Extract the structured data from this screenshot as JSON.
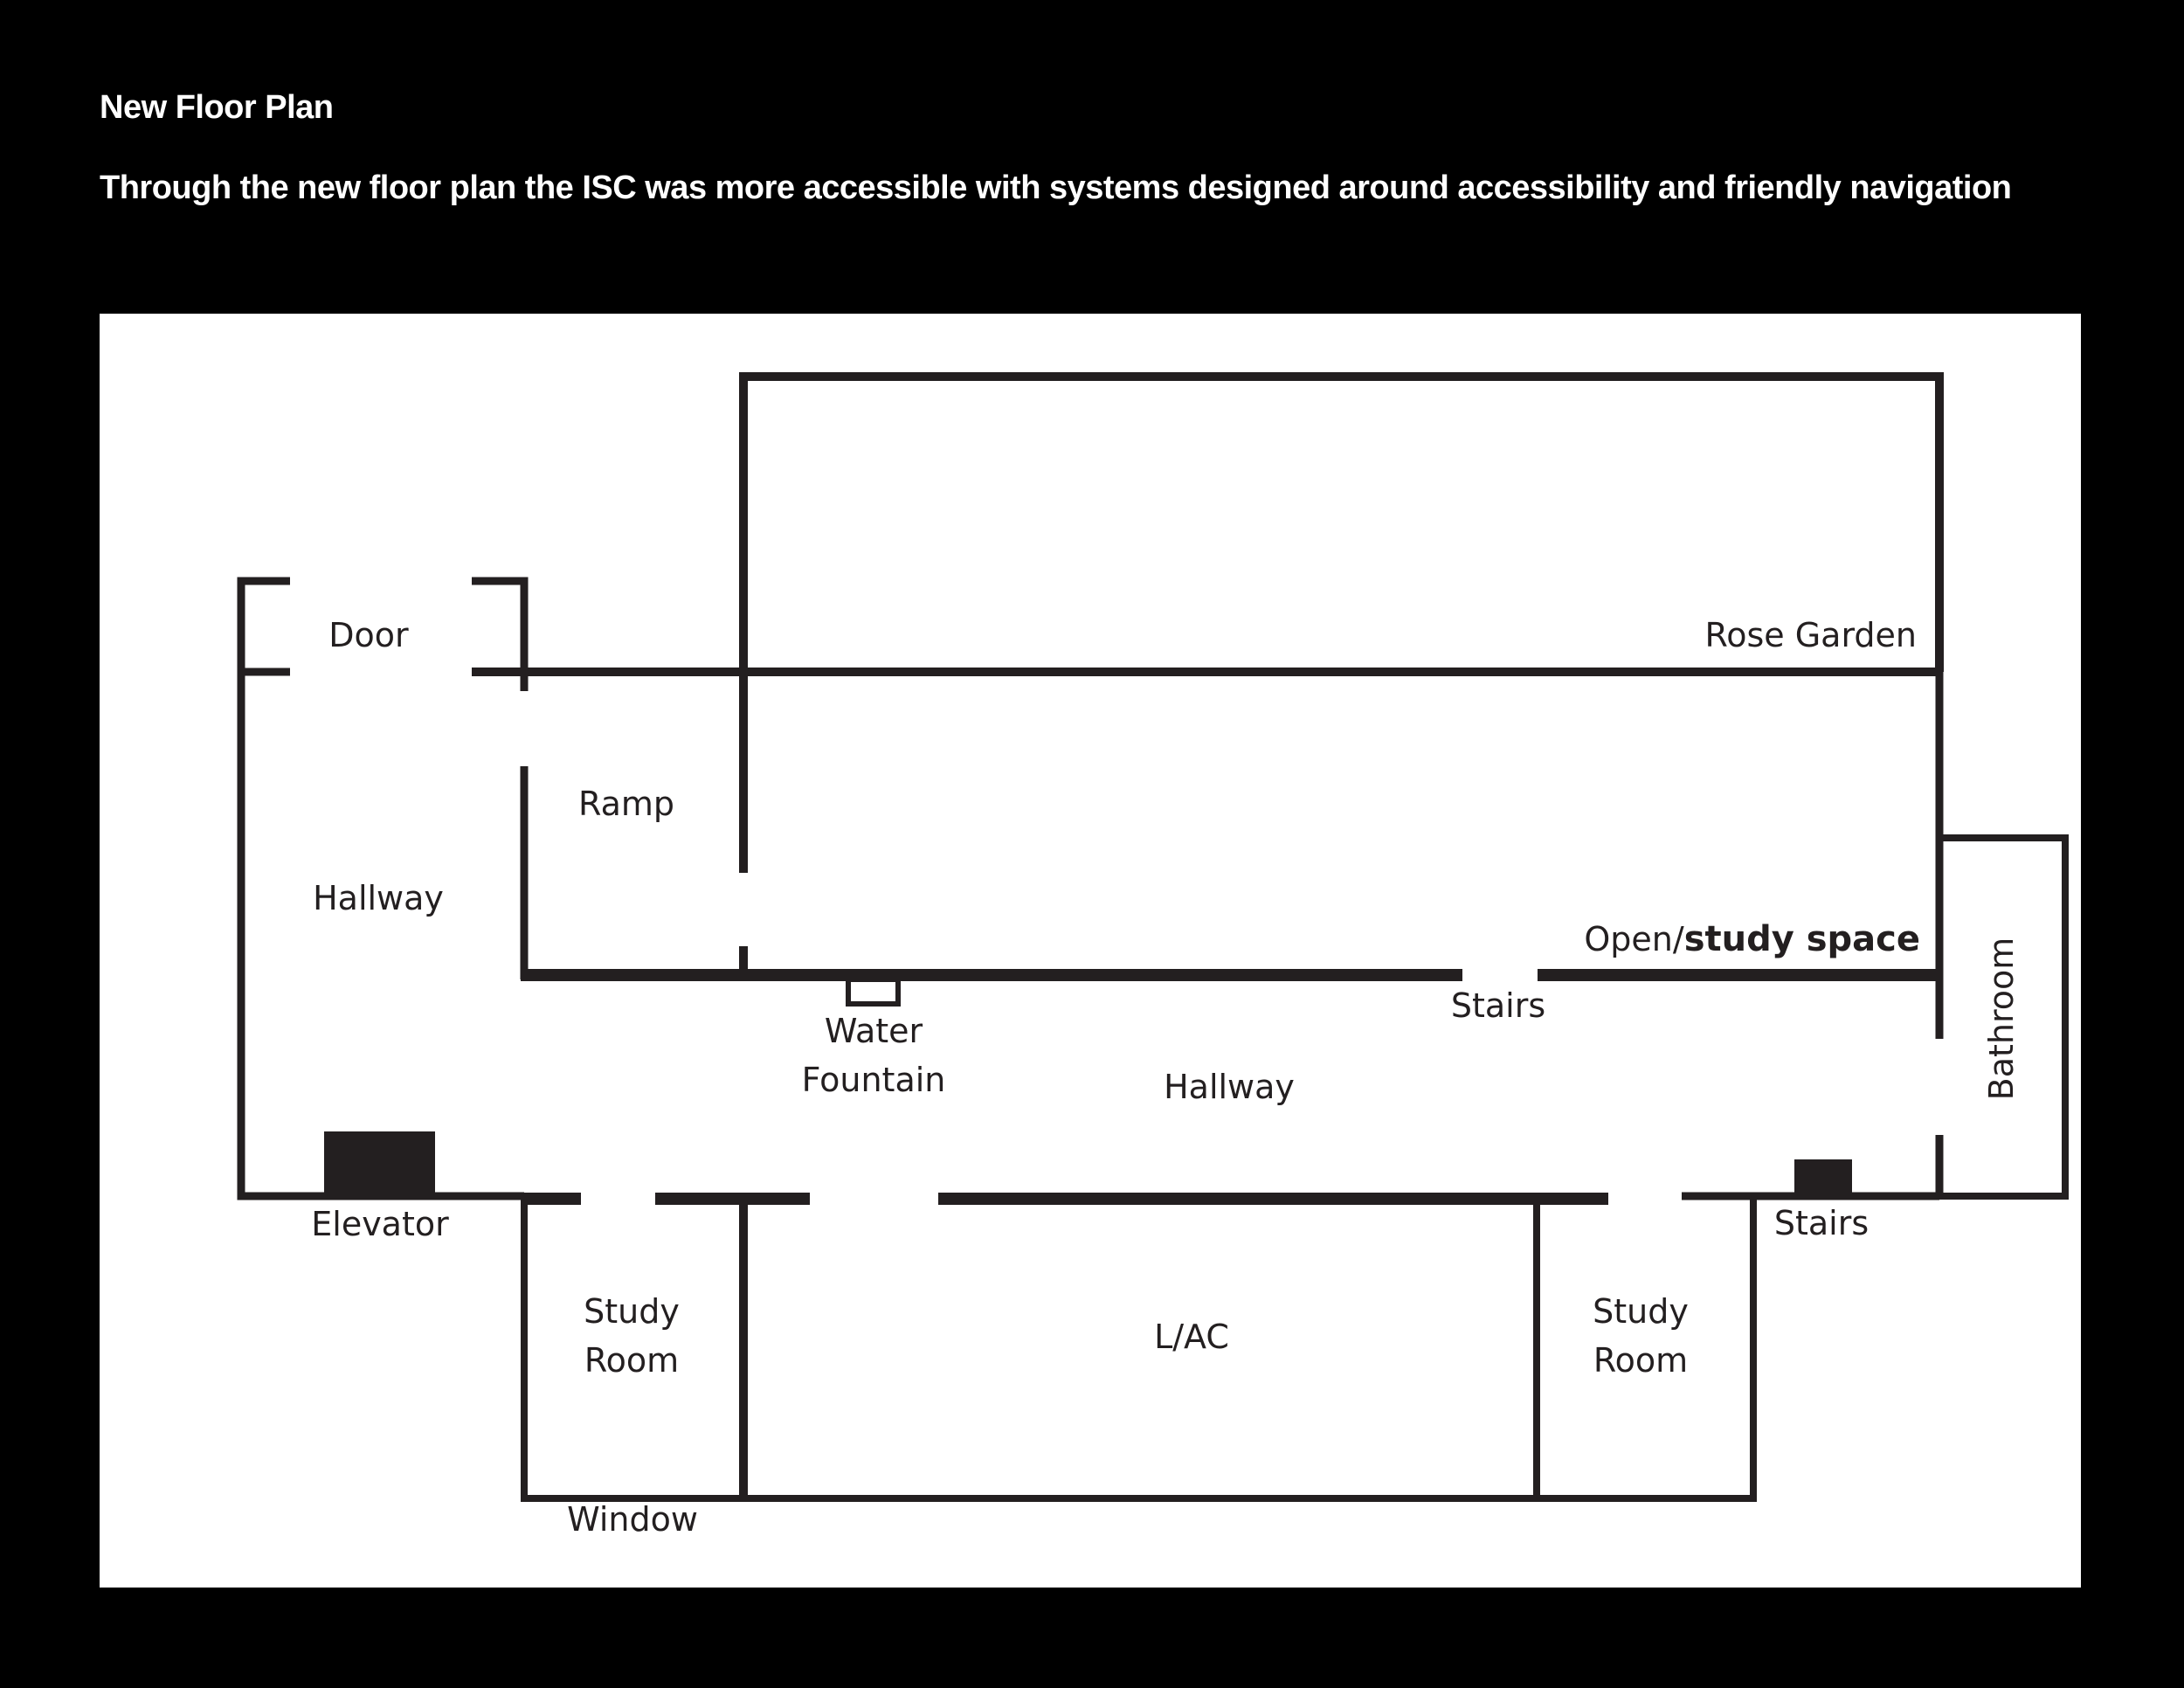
{
  "header": {
    "title": "New Floor Plan",
    "subtitle": "Through the new floor plan the ISC was more accessible with systems designed around accessibility and friendly navigation"
  },
  "plan": {
    "labels": {
      "door": "Door",
      "rose_garden": "Rose Garden",
      "ramp": "Ramp",
      "hallway_left": "Hallway",
      "open_study_prefix": "Open/",
      "open_study_suffix": "study space",
      "stairs_upper": "Stairs",
      "water_line1": "Water",
      "water_line2": "Fountain",
      "hallway_center": "Hallway",
      "bathroom": "Bathroom",
      "elevator": "Elevator",
      "stairs_lower": "Stairs",
      "study_room_left_line1": "Study",
      "study_room_left_line2": "Room",
      "lac": "L/AC",
      "study_room_right_line1": "Study",
      "study_room_right_line2": "Room",
      "window": "Window"
    },
    "colors": {
      "background": "#000000",
      "panel": "#ffffff",
      "walls": "#231f20",
      "text": "#ffffff"
    }
  }
}
